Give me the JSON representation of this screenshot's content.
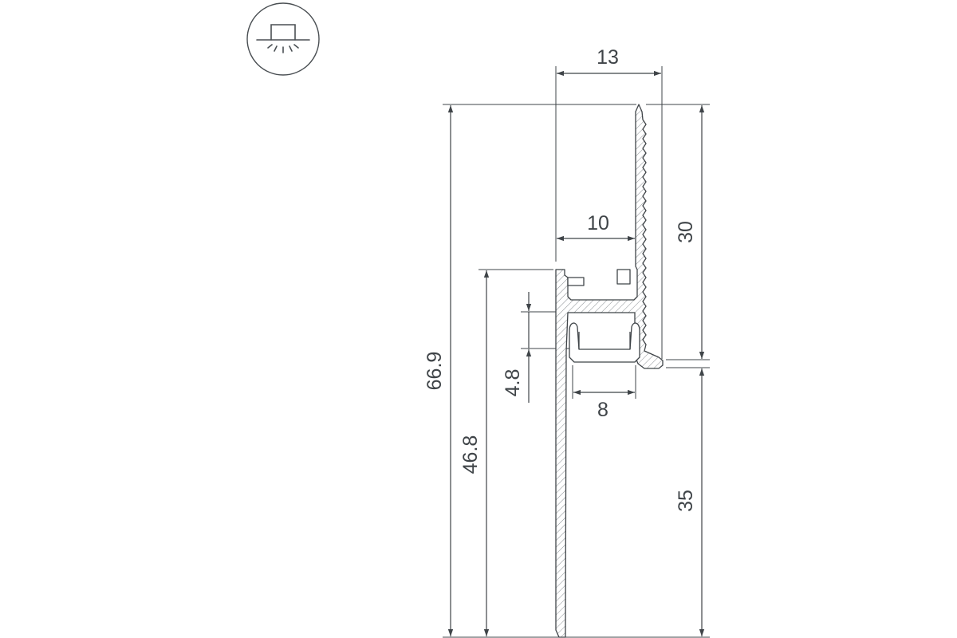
{
  "icon": {
    "name": "surface-mounted-light-icon"
  },
  "dimensions": {
    "width_top": "13",
    "width_inner": "10",
    "height_upper": "30",
    "height_total": "66.9",
    "height_flange": "46.8",
    "channel_depth": "4.8",
    "channel_width": "8",
    "height_lower": "35"
  }
}
